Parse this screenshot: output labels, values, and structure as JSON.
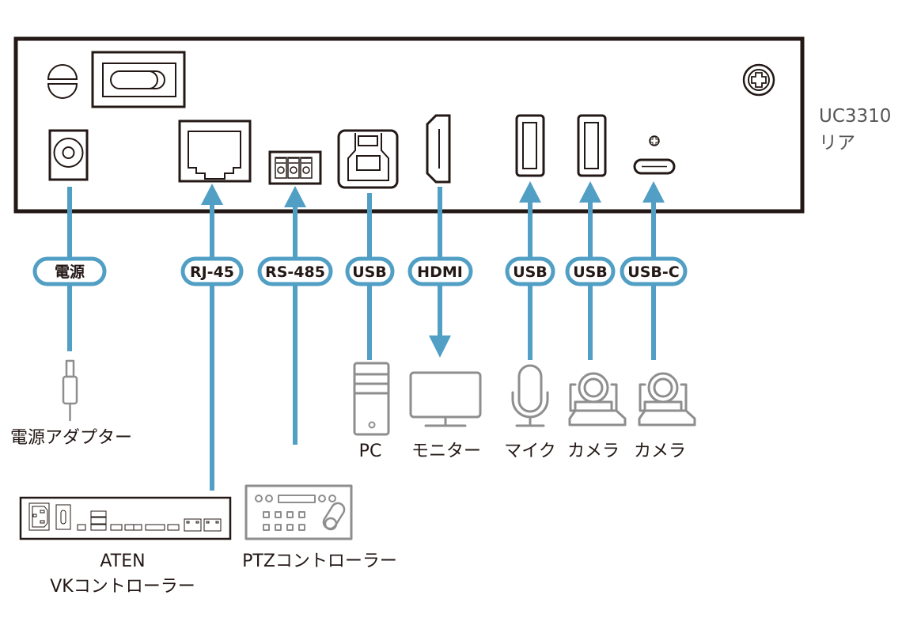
{
  "device": {
    "model": "UC3310",
    "side": "リア"
  },
  "colors": {
    "cable": "#519fc4",
    "outline": "#231815",
    "peripheral_icon": "#8e8e8e"
  },
  "connections": [
    {
      "id": "power",
      "port_label": "電源",
      "direction": "in",
      "device_label": "電源アダプター",
      "device_icon": "power-adapter-plug"
    },
    {
      "id": "rj45",
      "port_label": "RJ-45",
      "direction": "into-device",
      "device_label_line1": "ATEN",
      "device_label_line2": "VKコントローラー",
      "device_icon": "vk-controller"
    },
    {
      "id": "rs485",
      "port_label": "RS-485",
      "direction": "into-device",
      "device_label": "PTZコントローラー",
      "device_icon": "ptz-controller"
    },
    {
      "id": "usb-pc",
      "port_label": "USB",
      "direction": "none",
      "device_label": "PC",
      "device_icon": "pc-tower"
    },
    {
      "id": "hdmi",
      "port_label": "HDMI",
      "direction": "out-of-device",
      "device_label": "モニター",
      "device_icon": "monitor"
    },
    {
      "id": "usb-mic",
      "port_label": "USB",
      "direction": "into-device",
      "device_label": "マイク",
      "device_icon": "microphone"
    },
    {
      "id": "usb-cam",
      "port_label": "USB",
      "direction": "into-device",
      "device_label": "カメラ",
      "device_icon": "ptz-camera"
    },
    {
      "id": "usbc-cam",
      "port_label": "USB-C",
      "direction": "into-device",
      "device_label": "カメラ",
      "device_icon": "ptz-camera"
    }
  ]
}
